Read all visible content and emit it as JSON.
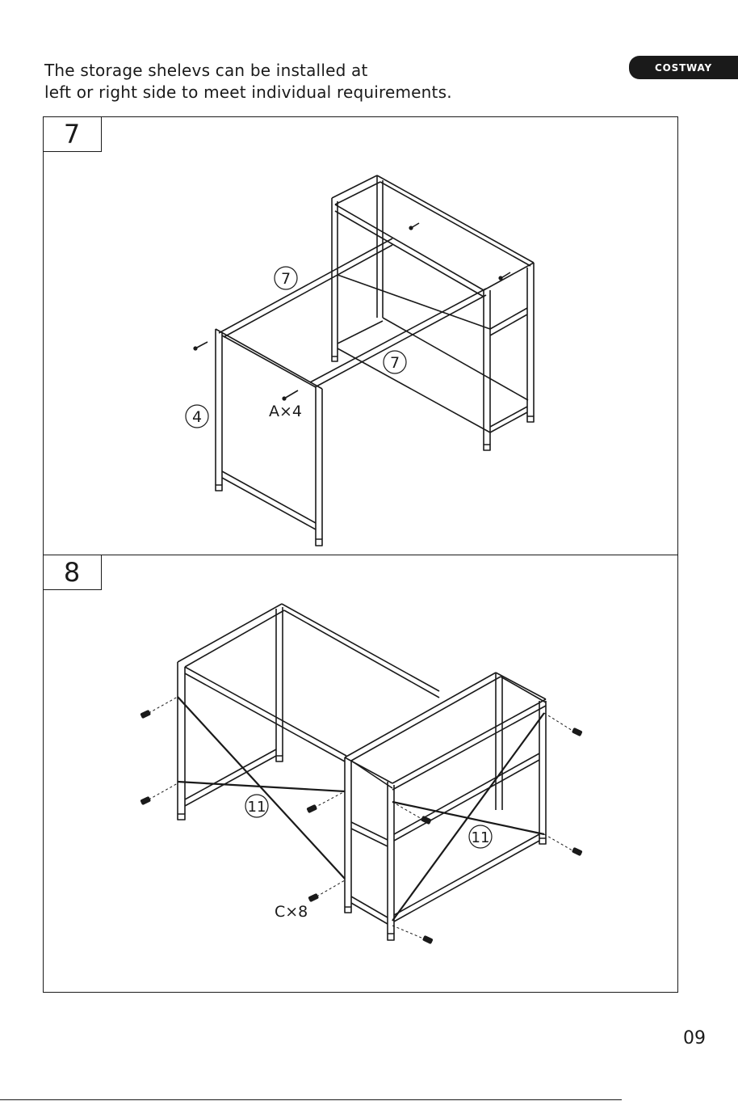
{
  "header": {
    "instruction_line1": "The storage shelevs can be installed at",
    "instruction_line2": "left or right side to meet individual requirements.",
    "brand": "COSTWAY"
  },
  "steps": [
    {
      "number": "7",
      "labels": {
        "part_a": "7",
        "part_b": "7",
        "part_c": "4",
        "hardware": "A×4"
      },
      "icons": [
        "desk-frame-icon",
        "bolt-icon"
      ]
    },
    {
      "number": "8",
      "labels": {
        "part_a": "11",
        "part_b": "11",
        "hardware": "C×8"
      },
      "icons": [
        "desk-frame-icon",
        "bolt-icon",
        "cross-brace-icon"
      ]
    }
  ],
  "page_number": "09"
}
